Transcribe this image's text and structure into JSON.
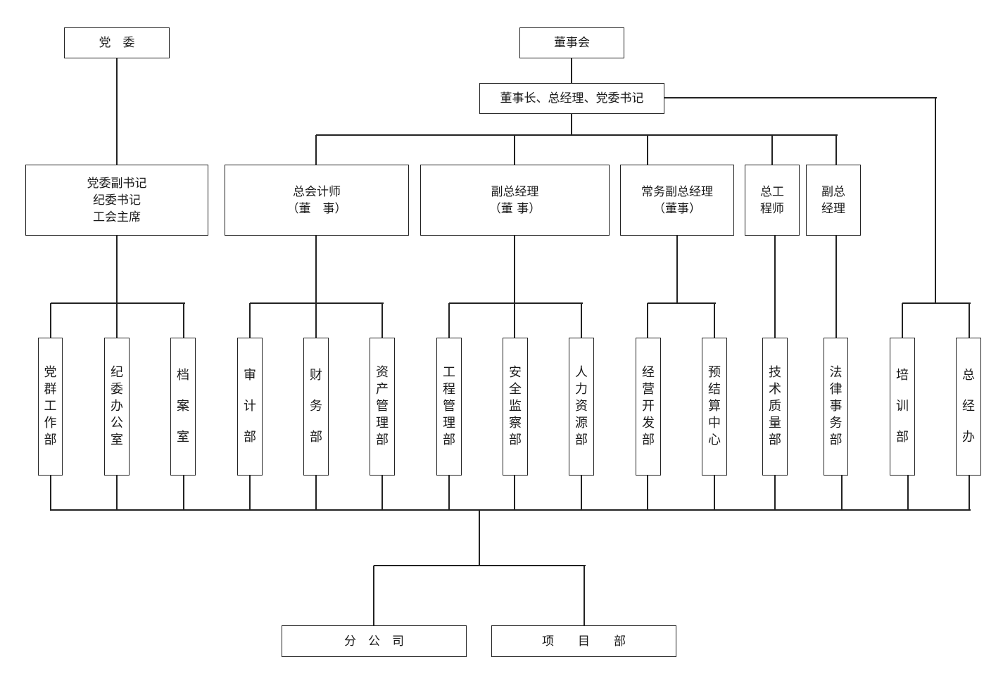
{
  "chart_data": {
    "type": "org-chart",
    "title": "",
    "nodes": {
      "party_committee": "党　委",
      "board": "董事会",
      "chairman": "董事长、总经理、党委书记",
      "deputy_secretary": "党委副书记\n纪委书记\n工会主席",
      "chief_accountant": "总会计师\n（董　事）",
      "deputy_gm": "副总经理\n（董 事）",
      "exec_deputy_gm": "常务副总经理\n（董事）",
      "chief_engineer": "总工\n程师",
      "deputy_gm2": "副总\n经理",
      "dept_party_work": "党群工作部",
      "dept_discipline": "纪委办公室",
      "dept_archives": "档案室",
      "dept_audit": "审计部",
      "dept_finance": "财务部",
      "dept_assets": "资产管理部",
      "dept_engineering": "工程管理部",
      "dept_safety": "安全监察部",
      "dept_hr": "人力资源部",
      "dept_business": "经营开发部",
      "dept_settlement": "预结算中心",
      "dept_tech_quality": "技术质量部",
      "dept_legal": "法律事务部",
      "dept_training": "培训部",
      "dept_gm_office": "总经办",
      "branch_company": "分　公　司",
      "project_dept": "项　　目　　部"
    },
    "edges": [
      [
        "party_committee",
        "deputy_secretary"
      ],
      [
        "board",
        "chairman"
      ],
      [
        "chairman",
        "chief_accountant"
      ],
      [
        "chairman",
        "deputy_gm"
      ],
      [
        "chairman",
        "exec_deputy_gm"
      ],
      [
        "chairman",
        "chief_engineer"
      ],
      [
        "chairman",
        "deputy_gm2"
      ],
      [
        "chairman",
        "dept_training"
      ],
      [
        "chairman",
        "dept_gm_office"
      ],
      [
        "deputy_secretary",
        "dept_party_work"
      ],
      [
        "deputy_secretary",
        "dept_discipline"
      ],
      [
        "deputy_secretary",
        "dept_archives"
      ],
      [
        "chief_accountant",
        "dept_audit"
      ],
      [
        "chief_accountant",
        "dept_finance"
      ],
      [
        "chief_accountant",
        "dept_assets"
      ],
      [
        "deputy_gm",
        "dept_engineering"
      ],
      [
        "deputy_gm",
        "dept_safety"
      ],
      [
        "deputy_gm",
        "dept_hr"
      ],
      [
        "exec_deputy_gm",
        "dept_business"
      ],
      [
        "exec_deputy_gm",
        "dept_settlement"
      ],
      [
        "chief_engineer",
        "dept_tech_quality"
      ],
      [
        "deputy_gm2",
        "dept_legal"
      ],
      [
        "all_departments",
        "branch_company"
      ],
      [
        "all_departments",
        "project_dept"
      ]
    ]
  }
}
